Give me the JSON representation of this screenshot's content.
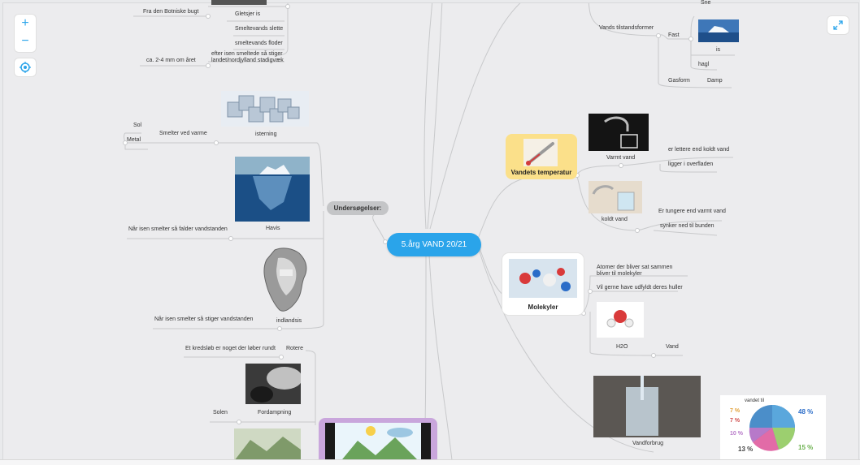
{
  "central": {
    "label": "5.årg VAND 20/21"
  },
  "controls": {
    "zoom_in": "+",
    "zoom_out": "−"
  },
  "left": {
    "top_items": [
      "Fra den Botniske bugt",
      "Gletsjer is",
      "Smeltevands slette",
      "smeltevands floder",
      "ca. 2-4 mm om året",
      "efter isen smeltede så stiger landet/nordjylland stadigvæk"
    ],
    "undersogelser": {
      "label": "Undersøgelser:",
      "isterning": "isterning",
      "smelter_ved_varme": "Smelter ved varme",
      "sol": "Sol",
      "metal": "Metal",
      "havis": "Havis",
      "havis_note": "Når isen smelter så falder vandstanden",
      "indlandsis": "indlandsis",
      "indlandsis_note": "Når isen smelter så stiger vandstanden"
    },
    "kredslob": {
      "definition": "Et kredsløb er noget der løber rundt",
      "rotere": "Rotere",
      "fordampning": "Fordampning",
      "solen": "Solen"
    }
  },
  "right": {
    "tilstandsformer": {
      "label": "Vands tilstandsformer",
      "fast": "Fast",
      "is": "is",
      "hagl": "hagl",
      "gasform": "Gasform",
      "damp": "Damp",
      "sne": "Sne"
    },
    "temperatur": {
      "label": "Vandets temperatur",
      "varmt": "Varmt vand",
      "varmt_note1": "er lettere end koldt vand",
      "varmt_note2": "ligger i overfladen",
      "koldt": "koldt vand",
      "koldt_note1": "Er  tungere end varmt vand",
      "koldt_note2": "synker ned til bunden"
    },
    "molekyler": {
      "label": "Molekyler",
      "note1": "Atomer der bliver sat sammen bliver til molekyler",
      "note2": "Vil gerne have udfyldt deres huller",
      "h2o": "H2O",
      "vand": "Vand"
    },
    "forbrug": {
      "label": "Vandforbrug",
      "chart_title": "vandet til",
      "pct_a": "48 %",
      "pct_b": "7 %",
      "pct_c": "7 %",
      "pct_d": "10 %",
      "pct_e": "13 %",
      "pct_f": "15 %"
    }
  },
  "colors": {
    "accent": "#2aa4ea",
    "yellow": "#fbe08a",
    "purple": "#c9a6dc",
    "pill": "#c4c5c7",
    "line": "#c8c9cb"
  }
}
